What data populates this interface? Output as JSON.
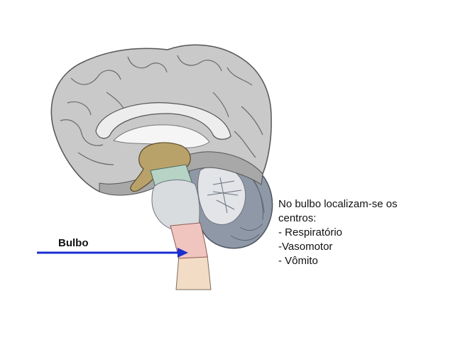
{
  "label": "Bulbo",
  "description": {
    "lines": [
      "No bulbo localizam-se os",
      "centros:",
      "- Respiratório",
      "-Vasomotor",
      "- Vômito"
    ]
  },
  "colors": {
    "cortex": "#c9c9c9",
    "cortex_shade": "#9a9a9a",
    "thalamus": "#b9a269",
    "midbrain": "#b7d3c6",
    "pons": "#d9dcde",
    "medulla": "#f0c5c0",
    "spinal_cord": "#f3dcc5",
    "cerebellum": "#8f98a6",
    "arrow": "#1a2fcf"
  }
}
